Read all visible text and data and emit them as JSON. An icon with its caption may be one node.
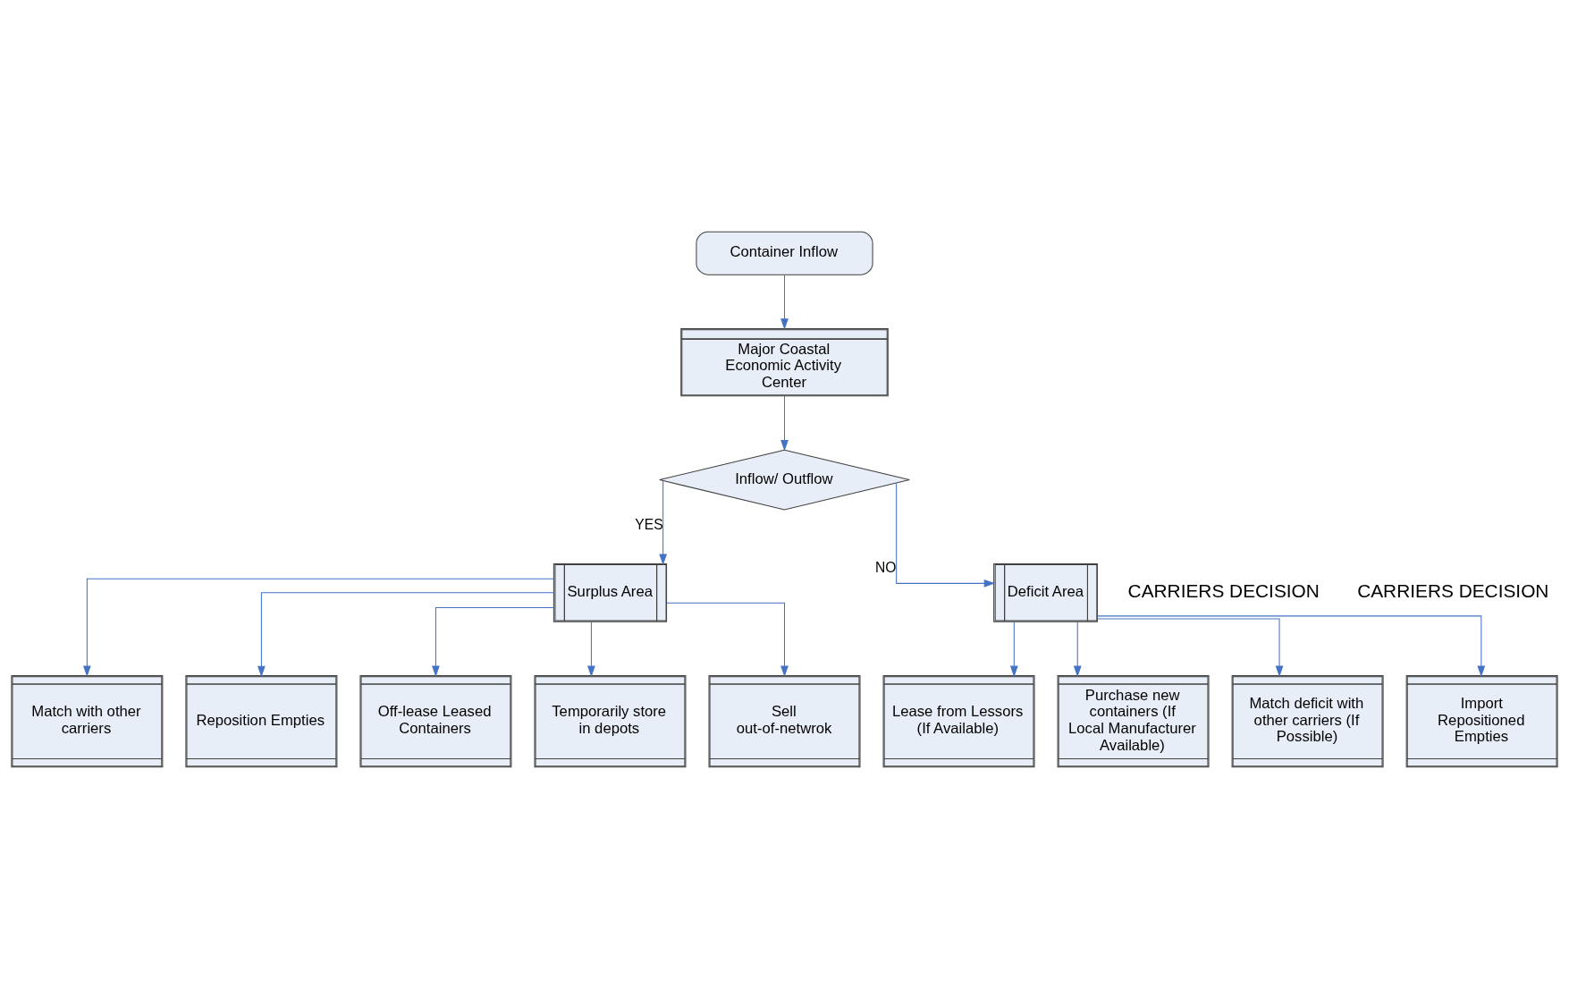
{
  "diagram": {
    "nodes": [
      {
        "text": [
          "Reposition Empties"
        ]
      },
      {
        "text": [
          "Off-lease Leased Containers"
        ]
      },
      {
        "text": [
          "Temporarily store in depots"
        ]
      },
      {
        "text": [
          "Sell out-of-netwrok"
        ]
      },
      {
        "text": [
          "Match with other carriers"
        ]
      },
      {
        "text": [
          "Container Inflow"
        ]
      },
      {
        "text": [
          "Major Coastal Economic Activity Center"
        ]
      },
      {
        "text": [
          "Inflow/ Outflow"
        ]
      },
      {
        "text": [
          "Surplus Area"
        ]
      },
      {
        "text": [
          "Deficit Area"
        ]
      },
      {
        "text": [
          "Import Repositioned Empties"
        ]
      },
      {
        "text": [
          "Lease from Lessors (If Available)"
        ]
      },
      {
        "text": [
          "Purchase new containers (If Local Manufacturer Available)"
        ]
      },
      {
        "text": [
          "Match deficit with other carriers (If Possible)"
        ]
      }
    ],
    "edges": [
      {
        "from": 5,
        "to": 6,
        "arrow": "to"
      },
      {
        "from": 6,
        "to": 7,
        "arrow": "to"
      },
      {
        "from": 7,
        "to": 8,
        "arrow": "to",
        "label": "YES"
      },
      {
        "from": 7,
        "to": 9,
        "arrow": "to",
        "label": "NO"
      },
      {
        "from": 8,
        "to": 0,
        "arrow": "to"
      },
      {
        "from": 8,
        "to": 1,
        "arrow": "to"
      },
      {
        "from": 8,
        "to": 2,
        "arrow": "to"
      },
      {
        "from": 8,
        "to": 3,
        "arrow": "to"
      },
      {
        "from": 8,
        "to": 4,
        "arrow": "to"
      },
      {
        "from": 9,
        "to": 10,
        "arrow": "to"
      },
      {
        "from": 9,
        "to": 11,
        "arrow": "to"
      },
      {
        "from": 9,
        "to": 12,
        "arrow": "to"
      },
      {
        "from": 9,
        "to": 13,
        "arrow": "to"
      }
    ],
    "labels": [
      "CARRIERS DECISION",
      "CARRIERS DECISION"
    ]
  }
}
